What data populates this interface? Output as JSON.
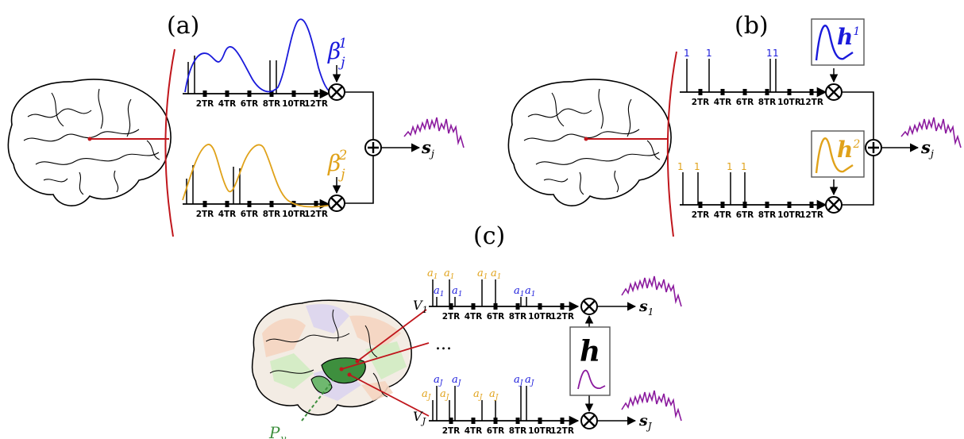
{
  "panels": {
    "a": {
      "label": "(a)",
      "beta_1": "β",
      "beta_1_sub": "j",
      "beta_1_sup": "1",
      "beta_2": "β",
      "beta_2_sub": "j",
      "beta_2_sup": "2",
      "output": "s",
      "output_sub": "j"
    },
    "b": {
      "label": "(b)",
      "h1": "h",
      "h1_sup": "1",
      "h2": "h",
      "h2_sup": "2",
      "spike_label": "1",
      "output": "s",
      "output_sub": "j"
    },
    "c": {
      "label": "(c)",
      "h": "h",
      "ellipsis": "...",
      "v1": "V",
      "v1_sub": "1",
      "vJ": "V",
      "vJ_sub": "J",
      "s1": "s",
      "s1_sub": "1",
      "sJ": "s",
      "sJ_sub": "J",
      "a": "a",
      "parcel": "P",
      "parcel_sub": "γ",
      "top_blue_sub": "1",
      "top_orange_sub": "1",
      "bot_sub": "J"
    }
  },
  "time_axis": {
    "ticks": [
      "2TR",
      "4TR",
      "6TR",
      "8TR",
      "10TR",
      "12TR"
    ]
  },
  "colors": {
    "blue": "#1a1adb",
    "orange": "#e0a21a",
    "purple": "#8b1a9e",
    "red": "#c0161c",
    "green_dark": "#3e8f3e",
    "green_mid": "#6fb86f",
    "region_pink": "#f5d5c0",
    "region_lavender": "#dcd6ee",
    "region_green": "#d3ecc4"
  }
}
